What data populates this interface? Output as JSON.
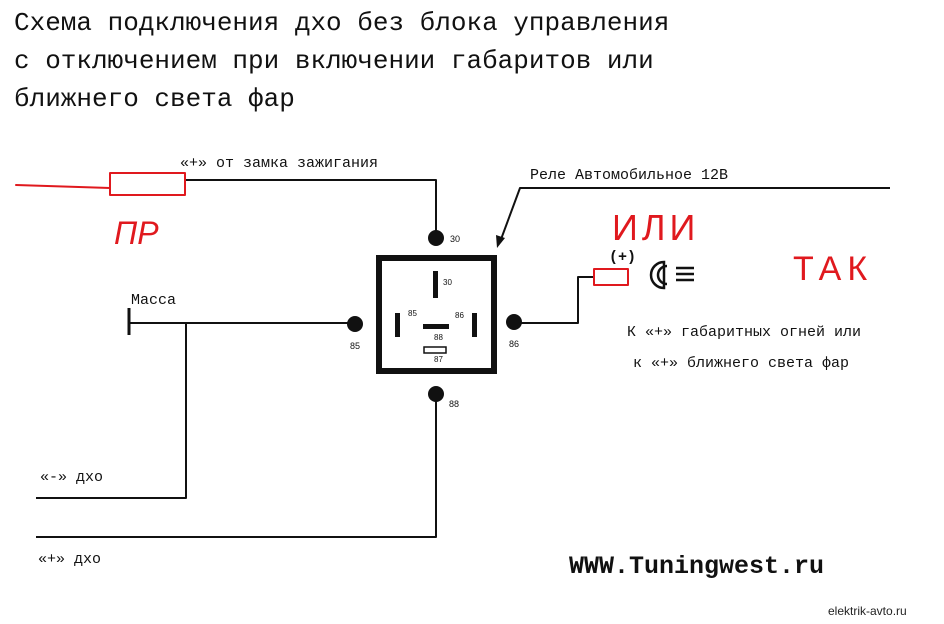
{
  "title_lines": [
    "Схема подключения дхо без блока управления",
    "с отключением при включении габаритов или",
    "ближнего света фар"
  ],
  "labels": {
    "ignition": "«+» от замка зажигания",
    "relay": "Реле Автомобильное 12В",
    "ground": "Масса",
    "drl_minus": "«-» дхо",
    "drl_plus": "«+» дхо",
    "parking_lights": "К «+» габаритных огней или",
    "low_beam": "к «+» ближнего света фар",
    "plus_sign": "(+)"
  },
  "pins": {
    "p30": "30",
    "p85": "85",
    "p86": "86",
    "p88": "88",
    "i30": "30",
    "i85": "85",
    "i86": "86",
    "i88": "88",
    "i87": "87"
  },
  "handwritten": {
    "fuse_note": "ПР",
    "or_word": "ИЛИ",
    "so_word": "ТАК"
  },
  "site": "WWW.Tuningwest.ru",
  "watermark": "elektrik-avto.ru",
  "colors": {
    "ink": "#111111",
    "handwriting": "#e0191e"
  }
}
